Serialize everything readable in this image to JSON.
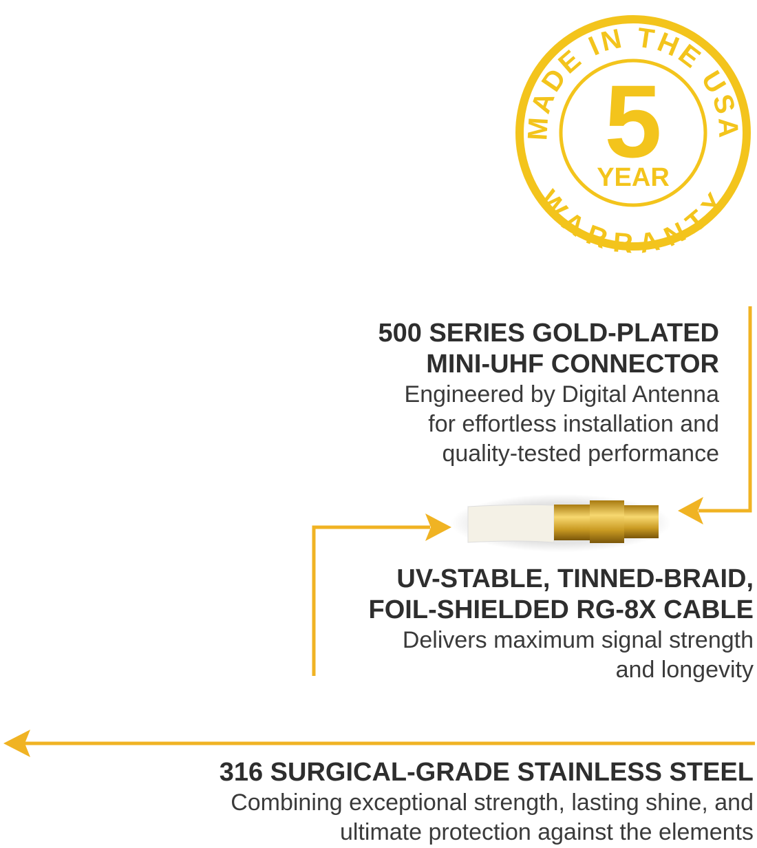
{
  "badge": {
    "top_text": "MADE IN THE USA",
    "number": "5",
    "year": "YEAR",
    "bottom_text": "WARRANTY"
  },
  "features": [
    {
      "title_lines": [
        "500 SERIES GOLD-PLATED",
        "MINI-UHF CONNECTOR"
      ],
      "body_lines": [
        "Engineered by Digital Antenna",
        "for effortless installation and",
        "quality-tested performance"
      ]
    },
    {
      "title_lines": [
        "UV-STABLE, TINNED-BRAID,",
        "FOIL-SHIELDED RG-8X CABLE"
      ],
      "body_lines": [
        "Delivers maximum signal strength",
        "and longevity"
      ]
    },
    {
      "title_lines": [
        "316 SURGICAL-GRADE STAINLESS STEEL"
      ],
      "body_lines": [
        "Combining exceptional strength, lasting shine, and",
        "ultimate protection against the elements"
      ]
    }
  ],
  "colors": {
    "badge": "#F3C41C",
    "arrow": "#F0B323",
    "text": "#2e2e2e"
  }
}
